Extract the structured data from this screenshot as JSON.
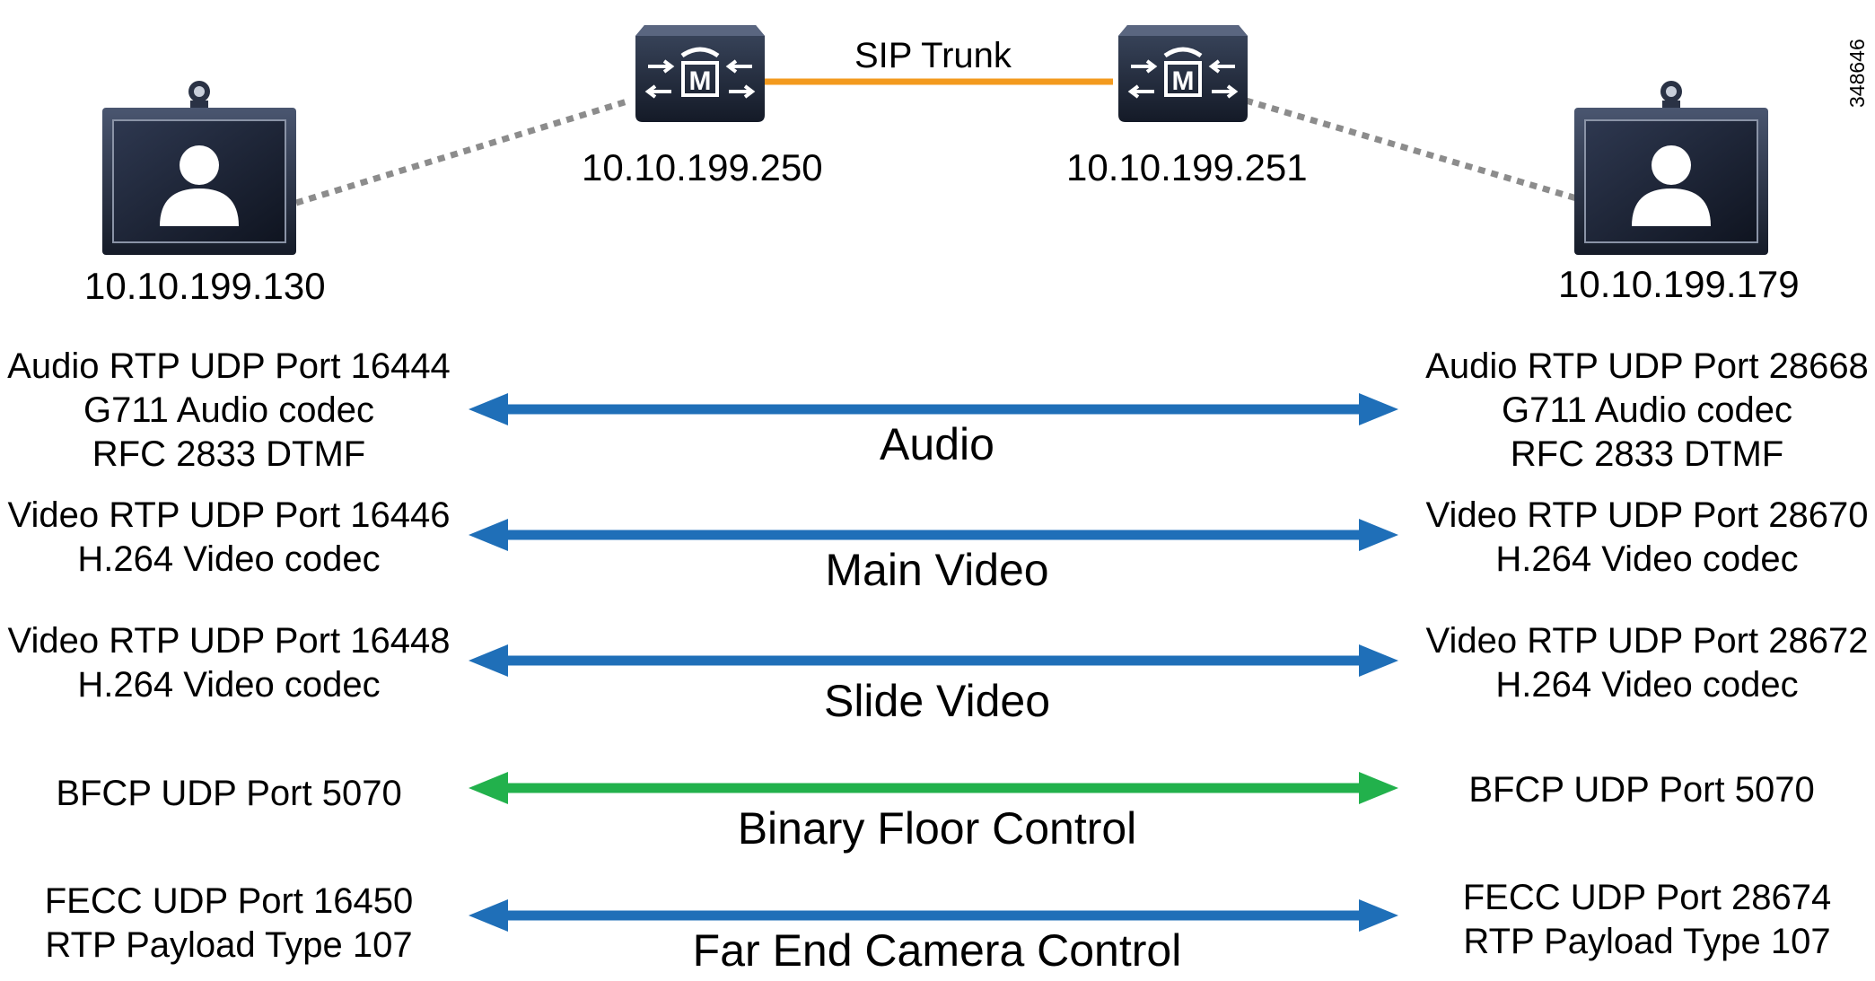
{
  "figure_id": "348646",
  "trunk_label": "SIP Trunk",
  "colors": {
    "stream": "#1f6fb8",
    "bfcp": "#22b14c",
    "trunk": "#f39a1e",
    "dotted": "#8c8c8c",
    "device": "#1e2637"
  },
  "servers": [
    {
      "ip": "10.10.199.250",
      "icon": "cucm-server-icon"
    },
    {
      "ip": "10.10.199.251",
      "icon": "cucm-server-icon"
    }
  ],
  "endpoints": [
    {
      "ip": "10.10.199.130",
      "icon": "video-endpoint-icon"
    },
    {
      "ip": "10.10.199.179",
      "icon": "video-endpoint-icon"
    }
  ],
  "streams": [
    {
      "name": "Audio",
      "color": "#1f6fb8",
      "left": [
        "Audio RTP UDP Port 16444",
        "G711 Audio codec",
        "RFC 2833 DTMF"
      ],
      "right": [
        "Audio RTP UDP Port 28668",
        "G711 Audio codec",
        "RFC 2833 DTMF"
      ]
    },
    {
      "name": "Main Video",
      "color": "#1f6fb8",
      "left": [
        "Video RTP UDP Port 16446",
        "H.264 Video codec"
      ],
      "right": [
        "Video RTP UDP Port 28670",
        "H.264 Video codec"
      ]
    },
    {
      "name": "Slide Video",
      "color": "#1f6fb8",
      "left": [
        "Video RTP UDP Port 16448",
        "H.264 Video codec"
      ],
      "right": [
        "Video RTP UDP Port 28672",
        "H.264 Video codec"
      ]
    },
    {
      "name": "Binary Floor Control",
      "color": "#22b14c",
      "left": [
        "BFCP UDP Port 5070"
      ],
      "right": [
        "BFCP UDP Port 5070"
      ]
    },
    {
      "name": "Far End Camera Control",
      "color": "#1f6fb8",
      "left": [
        "FECC UDP Port 16450",
        "RTP Payload Type 107"
      ],
      "right": [
        "FECC UDP Port 28674",
        "RTP Payload Type 107"
      ]
    }
  ]
}
